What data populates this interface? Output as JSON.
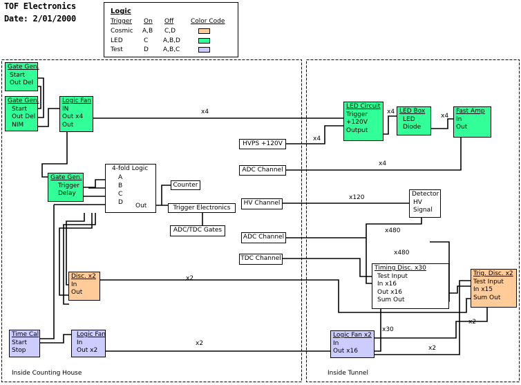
{
  "header": {
    "title": "TOF Electronics",
    "date": "Date: 2/01/2000"
  },
  "legend": {
    "title": "Logic",
    "columns": [
      "Trigger",
      "On",
      "Off",
      "Color Code"
    ],
    "rows": [
      {
        "trigger": "Cosmic",
        "on": "A,B",
        "off": "C,D",
        "color": "#ffcc99"
      },
      {
        "trigger": "LED",
        "on": "C",
        "off": "A,B,D",
        "color": "#33ff99"
      },
      {
        "trigger": "Test",
        "on": "D",
        "off": "A,B,C",
        "color": "#ccccff"
      }
    ]
  },
  "regions": {
    "counting_house": "Inside Counting House",
    "tunnel": "Inside Tunnel"
  },
  "boxes": {
    "gate_gen_1": {
      "title": "Gate Gen.",
      "rows": [
        "Start",
        "Out Del"
      ]
    },
    "gate_gen_2": {
      "title": "Gate Gen.",
      "rows": [
        "Start",
        "Out Del",
        "NIM"
      ]
    },
    "logic_fan_1": {
      "title": "Logic Fan",
      "rows": [
        "IN",
        "Out x4",
        "Out"
      ]
    },
    "gate_gen_3": {
      "title": "Gate Gen.",
      "rows": [
        "Trigger",
        "Delay"
      ]
    },
    "fourfold": {
      "title": "4-fold Logic",
      "rows": [
        "A",
        "B",
        "C",
        "D"
      ],
      "out": "Out"
    },
    "disc": {
      "title": "Disc. x2",
      "rows": [
        "In",
        "Out"
      ]
    },
    "time_cal": {
      "title": "Time Cal",
      "rows": [
        "Start",
        "Stop"
      ]
    },
    "logic_fan_2": {
      "title": "Logic Fan",
      "rows": [
        "In",
        "Out x2"
      ]
    },
    "led_circuit": {
      "title": "LED Circuit",
      "rows": [
        "Trigger",
        "+120V",
        "Output"
      ]
    },
    "led_box": {
      "title": "LED Box",
      "rows": [
        "LED",
        "Diode"
      ]
    },
    "fast_amp": {
      "title": "Fast Amp",
      "rows": [
        "In",
        "Out"
      ]
    },
    "detector": {
      "title": "Detector",
      "rows": [
        "HV",
        "Signal"
      ]
    },
    "timing_disc": {
      "title": "Timing Disc. x30",
      "rows": [
        "Test Input",
        "In x16",
        "Out x16",
        "Sum Out"
      ]
    },
    "trig_disc": {
      "title": "Trig. Disc. x2",
      "rows": [
        "Test Input",
        "In x15",
        "Sum Out"
      ]
    },
    "logic_fan_3": {
      "title": "Logic Fan x2",
      "rows": [
        "In",
        "Out x16"
      ]
    }
  },
  "labels": {
    "counter": "Counter",
    "trigger_electronics": "Trigger Electronics",
    "adc_tdc_gates": "ADC/TDC Gates",
    "hvps": "HVPS +120V",
    "adc_channel_green": "ADC Channel",
    "hv_channel": "HV Channel",
    "adc_channel": "ADC Channel",
    "tdc_channel": "TDC Channel"
  },
  "multipliers": {
    "m_logicfan_led": "x4",
    "m_led_ledbox": "x4",
    "m_ledbox_fastamp": "x4",
    "m_hvps": "x4",
    "m_adc_green": "x4",
    "m_hv": "x120",
    "m_adc": "x480",
    "m_tdc": "x480",
    "m_disc": "x2",
    "m_logicfan2": "x2",
    "m_x30": "x30",
    "m_trig_x2": "x2",
    "m_fan3_x2": "x2"
  }
}
